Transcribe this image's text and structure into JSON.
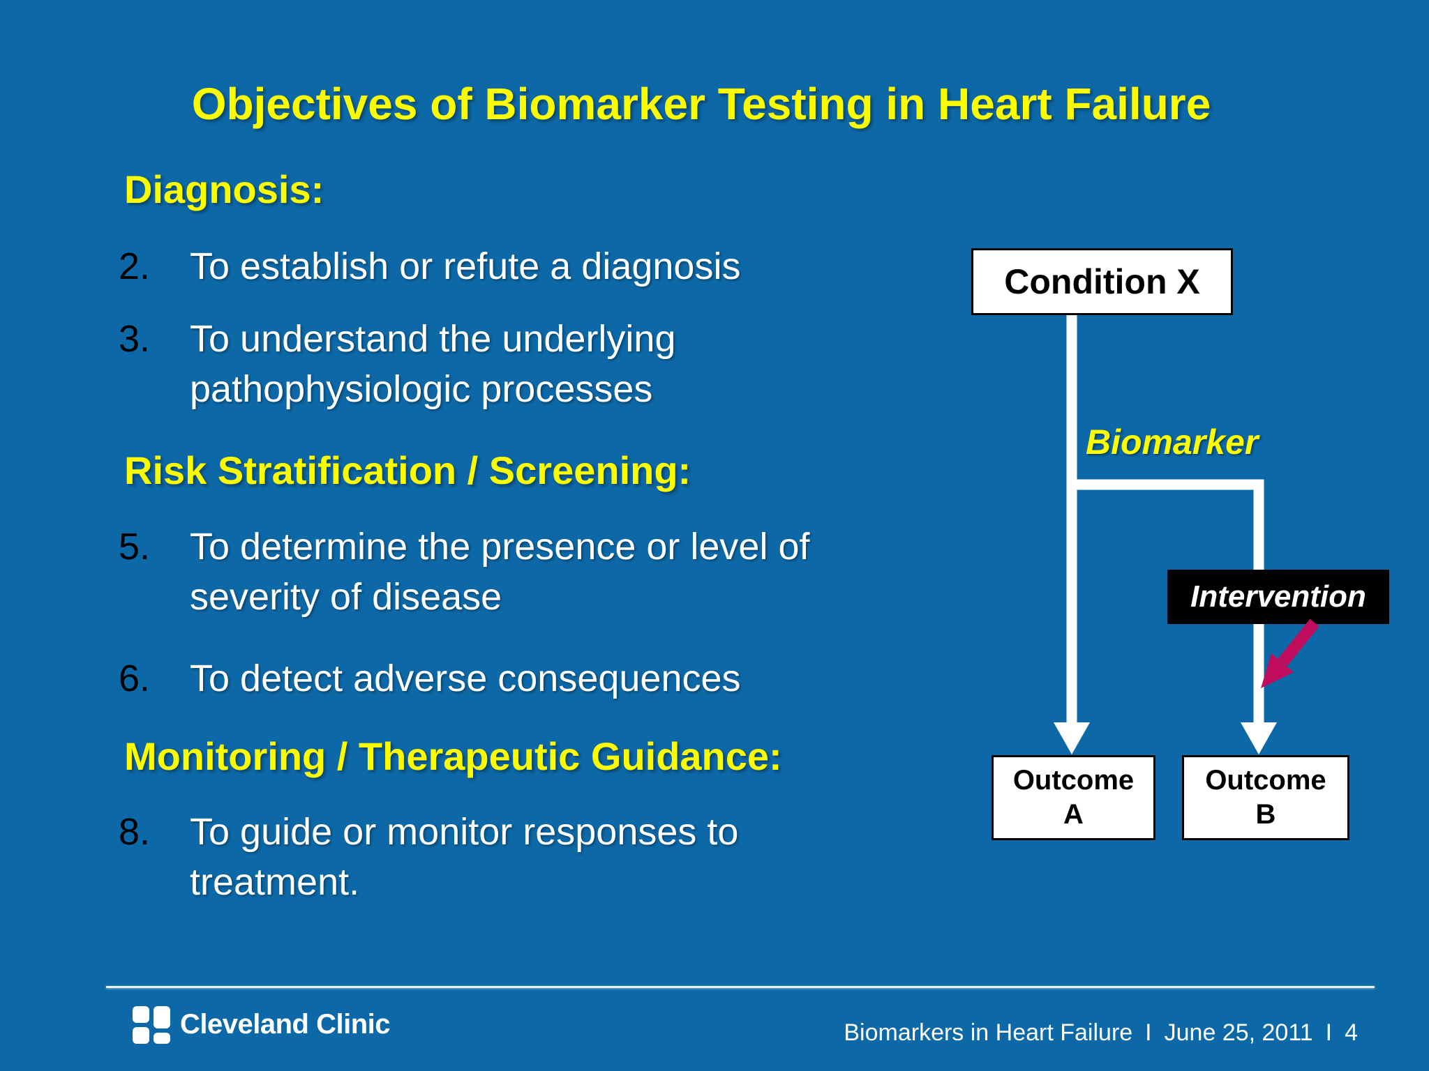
{
  "colors": {
    "background": "#0d68a7",
    "accent_yellow": "#fcfc00",
    "text_white": "#ffffff",
    "magenta_arrow": "#c00d5d",
    "box_black": "#000000"
  },
  "slide": {
    "title": "Objectives of Biomarker Testing in Heart Failure",
    "sections": [
      {
        "heading": "Diagnosis:",
        "items": [
          {
            "number": "2.",
            "text": "To establish or refute a diagnosis"
          },
          {
            "number": "3.",
            "text": "To understand the underlying\npathophysiologic processes"
          }
        ]
      },
      {
        "heading": "Risk Stratification / Screening:",
        "items": [
          {
            "number": "5.",
            "text": "To determine the presence or level of\nseverity of disease"
          },
          {
            "number": "6.",
            "text": "To detect adverse consequences"
          }
        ]
      },
      {
        "heading": "Monitoring / Therapeutic Guidance:",
        "items": [
          {
            "number": "8.",
            "text": "To guide or monitor responses to\ntreatment."
          }
        ]
      }
    ]
  },
  "diagram": {
    "condition_box": "Condition X",
    "biomarker_label": "Biomarker",
    "intervention_box": "Intervention",
    "outcome_a": {
      "line1": "Outcome",
      "line2": "A"
    },
    "outcome_b": {
      "line1": "Outcome",
      "line2": "B"
    }
  },
  "footer": {
    "logo_text": "Cleveland Clinic",
    "presentation_title": "Biomarkers in Heart Failure",
    "separator": "I",
    "date": "June 25, 2011",
    "page_number": "4"
  }
}
